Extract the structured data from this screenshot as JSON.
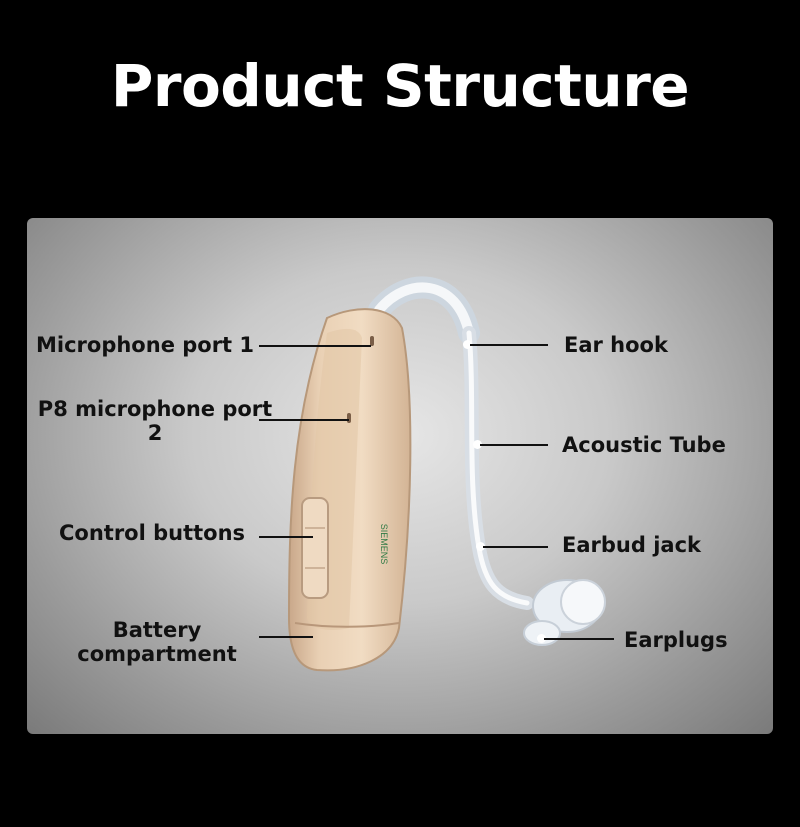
{
  "title": "Product Structure",
  "brand_mark": "SIEMENS",
  "labels": {
    "microphone_port_1": "Microphone port 1",
    "p8_microphone_port_2": "P8 microphone port 2",
    "control_buttons": "Control buttons",
    "battery_compartment": "Battery compartment",
    "ear_hook": "Ear hook",
    "acoustic_tube": "Acoustic Tube",
    "earbud_jack": "Earbud jack",
    "earplugs": "Earplugs"
  },
  "colors": {
    "background": "#000000",
    "device_body": "#ead2b6",
    "brand_text": "#2f7a45",
    "leader_line": "#111111"
  }
}
